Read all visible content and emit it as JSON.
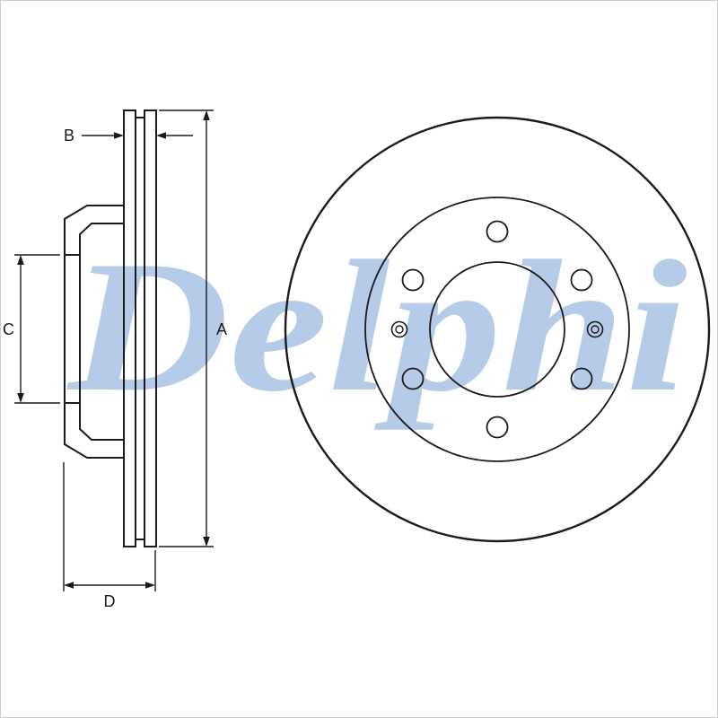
{
  "watermark": {
    "text": "Delphi"
  },
  "dimensions": {
    "a": "A",
    "b": "B",
    "c": "C",
    "d": "D"
  },
  "colors": {
    "line": "#1b1b1b",
    "watermark": "#b5cbe7",
    "border": "#c9ced7"
  }
}
